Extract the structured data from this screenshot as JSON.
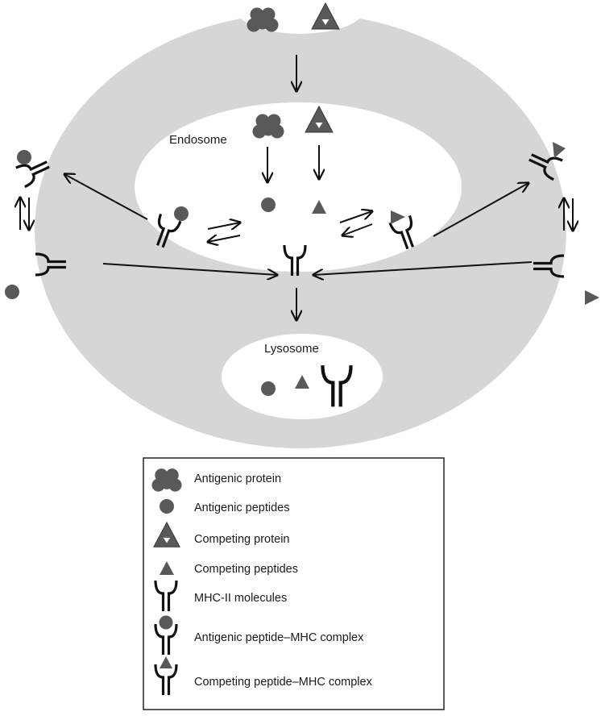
{
  "colors": {
    "cell": "#d6d6d6",
    "compartment": "#ffffff",
    "shape_fill": "#595959",
    "line": "#111111"
  },
  "labels": {
    "endosome": "Endosome",
    "lysosome": "Lysosome"
  },
  "legend": {
    "items": [
      {
        "icon": "antigenic-protein-icon",
        "label": "Antigenic protein"
      },
      {
        "icon": "antigenic-peptide-icon",
        "label": "Antigenic peptides"
      },
      {
        "icon": "competing-protein-icon",
        "label": "Competing protein"
      },
      {
        "icon": "competing-peptide-icon",
        "label": "Competing peptides"
      },
      {
        "icon": "mhc-ii-icon",
        "label": "MHC-II molecules"
      },
      {
        "icon": "antigenic-complex-icon",
        "label": "Antigenic peptide–MHC complex"
      },
      {
        "icon": "competing-complex-icon",
        "label": "Competing peptide–MHC complex"
      }
    ]
  }
}
